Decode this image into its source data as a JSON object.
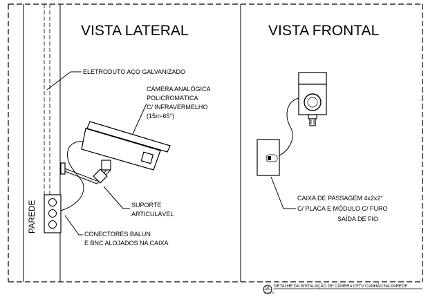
{
  "views": {
    "lateral_title": "VISTA LATERAL",
    "frontal_title": "VISTA FRONTAL"
  },
  "labels": {
    "eletroduto": "ELETRODUTO AÇO GALVANIZADO",
    "camera": [
      "CÂMERA ANALÓGICA",
      "POLICROMÁTICA",
      "C/ INFRAVERMELHO",
      "(15m-65°)"
    ],
    "suporte": [
      "SUPORTE",
      "ARTICULÁVEL"
    ],
    "conectores": [
      "CONECTORES BALUN",
      "E BNC ALOJADOS NA CAIXA"
    ],
    "parede": "PAREDE",
    "caixa": [
      "CAIXA DE PASSAGEM 4x2x2\"",
      "C/ PLACA E MÓDULO C/ FURO",
      "SAÍDA DE FIO"
    ]
  },
  "caption": {
    "number": "02",
    "scale": "SEM ESC.",
    "text": "DETALHE DA INSTALAÇÃO DE CÂMERA CFTV CANHÃO NA PAREDE"
  }
}
